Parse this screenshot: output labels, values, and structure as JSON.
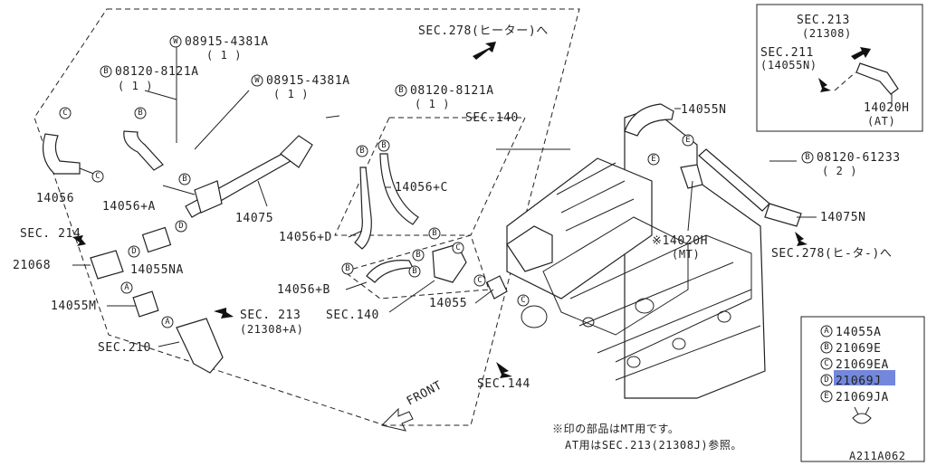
{
  "labels": {
    "w1_code": "08915-4381A",
    "w1_qty": "( 1 )",
    "b1_code": "08120-8121A",
    "b1_qty": "( 1 )",
    "w2_code": "08915-4381A",
    "w2_qty": "( 1 )",
    "b2_code": "08120-8121A",
    "b2_qty": "( 1 )",
    "b3_code": "08120-61233",
    "b3_qty": "( 2 )",
    "sec278_top": "SEC.278(ヒーター)へ",
    "sec278_right": "SEC.278(ヒ-タ-)へ",
    "sec140_top": "SEC.140",
    "sec140_mid": "SEC.140",
    "sec214": "SEC. 214",
    "sec213_main": "SEC. 213",
    "sec213_main_sub": "(21308+A)",
    "sec210": "SEC.210",
    "sec144": "SEC.144",
    "p14056": "14056",
    "p14056A": "14056+A",
    "p14075": "14075",
    "p14056C": "14056+C",
    "p14056D": "14056+D",
    "p14056B": "14056+B",
    "p14055NA": "14055NA",
    "p21068": "21068",
    "p14055M": "14055M",
    "p14055": "14055",
    "p14055N": "14055N",
    "p14020H_mt": "※14020H",
    "p14020H_mt_sub": "(MT)",
    "p14075N": "14075N",
    "front": "FRONT",
    "note_line1": "※印の部品はMT用です。",
    "note_line2": "AT用はSEC.213(21308J)参照。",
    "figure_id": "A211A062"
  },
  "inset_at": {
    "sec213": "SEC.213",
    "sec213_sub": "(21308)",
    "sec211": "SEC.211",
    "sec211_sub": "(14055N)",
    "part": "14020H",
    "part_sub": "(AT)"
  },
  "legend": [
    {
      "letter": "A",
      "code": "14055A",
      "highlight": false
    },
    {
      "letter": "B",
      "code": "21069E",
      "highlight": false
    },
    {
      "letter": "C",
      "code": "21069EA",
      "highlight": false
    },
    {
      "letter": "D",
      "code": "21069J",
      "highlight": true
    },
    {
      "letter": "E",
      "code": "21069JA",
      "highlight": false
    }
  ],
  "markers": {
    "washer": "W",
    "bolt": "B"
  },
  "colors": {
    "line": "#222222",
    "highlight": "#5b73d6",
    "background": "#ffffff"
  }
}
